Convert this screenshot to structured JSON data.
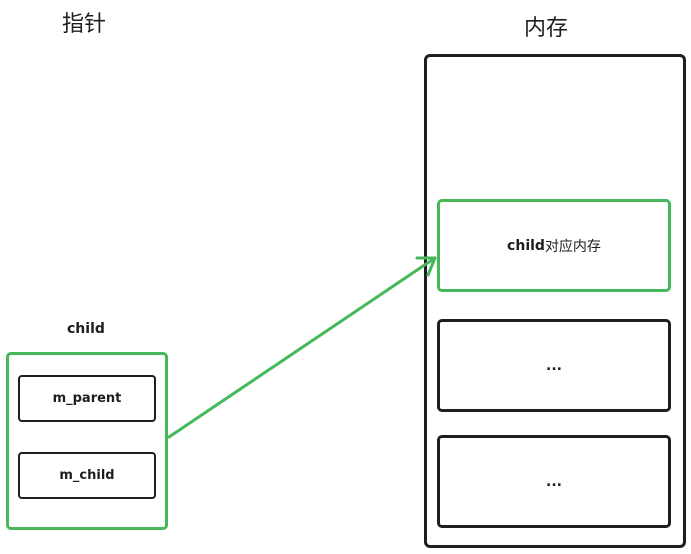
{
  "headings": {
    "pointer": "指针",
    "memory": "内存"
  },
  "pointer_object": {
    "name": "child",
    "fields": [
      "m_parent",
      "m_child"
    ]
  },
  "memory": {
    "cells": [
      {
        "bold": "child",
        "rest": "对应内存"
      },
      {
        "bold": "...",
        "rest": ""
      },
      {
        "bold": "...",
        "rest": ""
      }
    ]
  },
  "colors": {
    "highlight": "#45b85a",
    "stroke": "#1e1e1e"
  }
}
